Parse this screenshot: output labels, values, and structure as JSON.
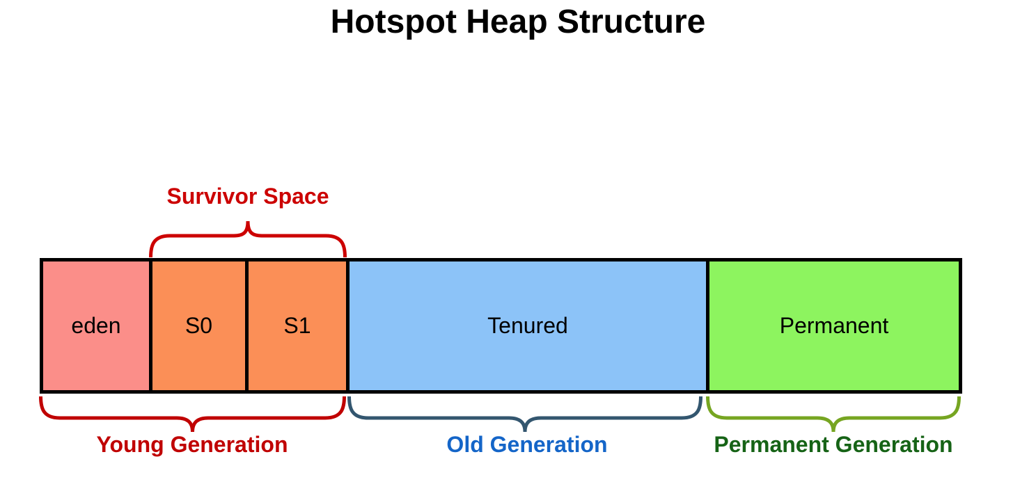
{
  "diagram": {
    "title": "Hotspot Heap Structure",
    "survivor_space": {
      "label": "Survivor Space",
      "color": "#CC0000",
      "spans": [
        "S0",
        "S1"
      ]
    },
    "heap_sections": [
      {
        "label": "eden",
        "color": "#FB8E89"
      },
      {
        "label": "S0",
        "color": "#FB8F57"
      },
      {
        "label": "S1",
        "color": "#FB8F57"
      },
      {
        "label": "Tenured",
        "color": "#8CC3F8"
      },
      {
        "label": "Permanent",
        "color": "#8DF45F"
      }
    ],
    "generations": [
      {
        "label": "Young Generation",
        "text_color": "#C00000",
        "brace_color": "#C00000",
        "spans": [
          "eden",
          "S0",
          "S1"
        ]
      },
      {
        "label": "Old Generation",
        "text_color": "#1465C8",
        "brace_color": "#33566F",
        "spans": [
          "Tenured"
        ]
      },
      {
        "label": "Permanent Generation",
        "text_color": "#166316",
        "brace_color": "#76A521",
        "spans": [
          "Permanent"
        ]
      }
    ],
    "bar_border_color": "#000000",
    "background_color": "#FFFFFF"
  }
}
